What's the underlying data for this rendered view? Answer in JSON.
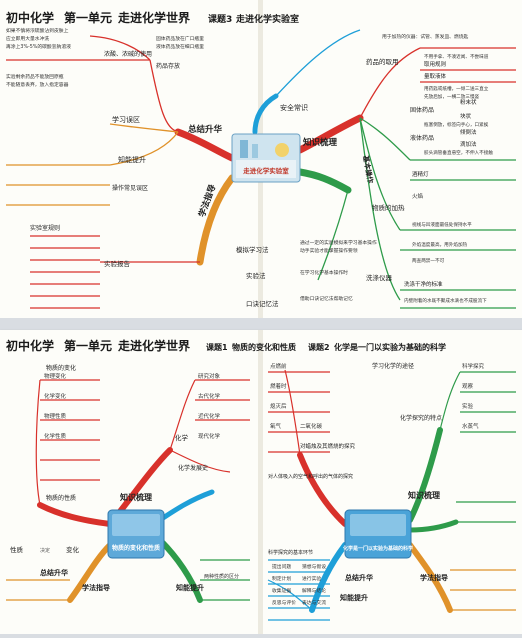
{
  "page1": {
    "header": {
      "subject": "初中化学",
      "unit": "第一单元",
      "unit_title": "走进化学世界",
      "topic_no": "课题3",
      "topic": "走进化学实验室"
    },
    "center_image_text": "走进化学实验室",
    "branches": {
      "summary": "总结升华",
      "knowledge": "知识梳理",
      "method": "学法指导",
      "safety": "安全常识",
      "basic_ops": "基本操作",
      "improve": "知能提升",
      "study_tips": "学习误区",
      "operation_notes": "操作常见误区",
      "exp_report": "实验报告",
      "mnemonic": "口诀记忆法",
      "model_learning": "模拟学习法",
      "exp_method": "实验法"
    },
    "right_nodes": {
      "fetch_drugs": "药品的取用",
      "fetch_rule": "取用规则",
      "measure": "量取液体",
      "heating": "物质的加热",
      "wash": "洗涤仪器",
      "solid": "固体药品",
      "liquid": "液体药品",
      "powder": "粉末状",
      "block": "块状",
      "lamp": "酒精灯",
      "flame": "火焰",
      "pour": "倾倒法",
      "drop": "滴加法",
      "standard": "洗涤干净的标准"
    },
    "left_nodes": {
      "dense_acid": "浓酸、浓碱的使用",
      "drug_storage": "药品存放",
      "lab_rules": "实验室规则"
    },
    "notes": [
      "用于加热的仪器：试管、蒸发皿、燃烧匙",
      "不用手拿、不凑近闻、不尝味道",
      "用药匙或纸槽，一倾二送三直立",
      "先放后加，一横二放三慢竖",
      "瓶塞倒放，标签向手心，口紧挨",
      "胶头滴管垂直悬空，不伸入不接触",
      "视线与凹液面最低处保持水平",
      "外焰温度最高，用外焰加热",
      "两查两禁一不可",
      "内壁附着的水既不聚成水滴也不成股流下"
    ],
    "left_texts": [
      "如果不慎将浓硫酸沾到皮肤上",
      "应立即用大量水冲洗",
      "再涂上3%-5%的碳酸氢钠溶液",
      "固体药品放在广口瓶里",
      "液体药品放在细口瓶里",
      "实验剩余药品不能放回原瓶",
      "不能随意丢弃，放入指定容器"
    ],
    "method_texts": [
      "通过一定的实验模拟来学习基本操作",
      "动手实验才能掌握操作要领",
      "在学习化学基本操作时",
      "借助口诀记忆法帮助记忆"
    ]
  },
  "page2": {
    "header": {
      "subject": "初中化学",
      "unit": "第一单元",
      "unit_title": "走进化学世界",
      "topic1_no": "课题1",
      "topic1": "物质的变化和性质",
      "topic2_no": "课题2",
      "topic2": "化学是一门以实验为基础的科学"
    },
    "left_center_text": "物质的变化和性质",
    "right_center_text": "化学是一门以实验为基础的科学",
    "branches_left": {
      "chemistry": "化学",
      "development": "化学发展史",
      "knowledge": "知识梳理",
      "physical_change": "物质的变化",
      "property": "物质的性质",
      "summary": "总结升华",
      "method": "学法指导",
      "improve": "知能提升"
    },
    "left_nodes": [
      "物理变化",
      "化学变化",
      "物理性质",
      "化学性质",
      "研究对象",
      "古代化学",
      "近代化学",
      "现代化学",
      "性质",
      "决定",
      "变化",
      "两种性质的区分"
    ],
    "branches_right": {
      "learning": "学习化学的途径",
      "features": "化学探究的特点",
      "knowledge": "知识梳理",
      "candle": "对蜡烛及其燃烧的探究",
      "breath": "对人体吸入的空气和呼出的气体的探究",
      "summary": "总结升华",
      "improve": "知能提升",
      "method": "学法指导",
      "inquiry": "科学探究的基本环节"
    },
    "right_nodes": [
      "科学探究",
      "观察",
      "实验",
      "点燃前",
      "燃着时",
      "熄灭后",
      "氧气",
      "二氧化碳",
      "水蒸气",
      "提出问题",
      "猜想与假设",
      "制定计划",
      "进行实验",
      "收集证据",
      "解释与结论",
      "反思与评价",
      "表达与交流"
    ]
  }
}
